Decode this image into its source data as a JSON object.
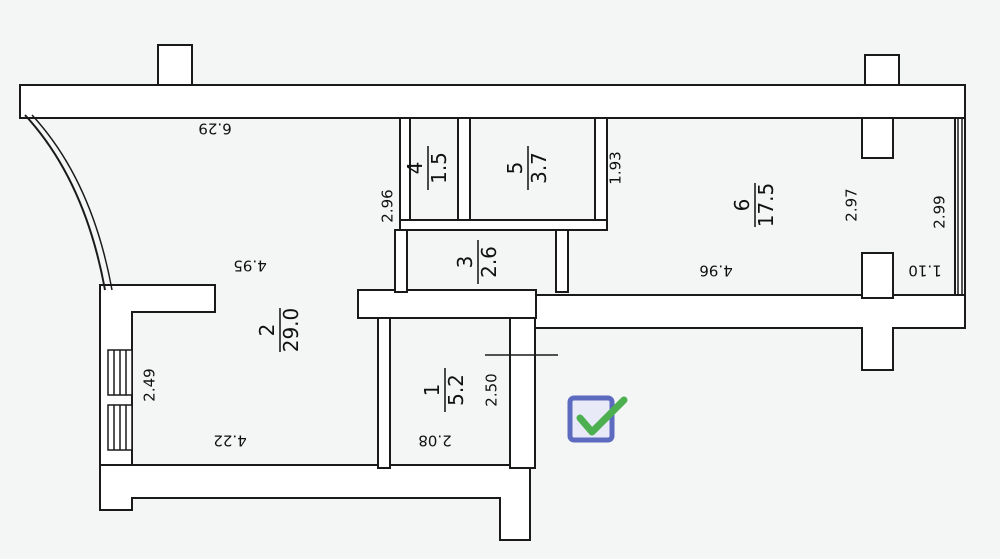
{
  "rooms": [
    {
      "number": "1",
      "area": "5.2"
    },
    {
      "number": "2",
      "area": "29.0"
    },
    {
      "number": "3",
      "area": "2.6"
    },
    {
      "number": "4",
      "area": "1.5"
    },
    {
      "number": "5",
      "area": "3.7"
    },
    {
      "number": "6",
      "area": "17.5"
    }
  ],
  "dimensions": {
    "room2_top_width": "6.29",
    "room2_mid_width": "4.95",
    "room2_bottom_width": "4.22",
    "room2_left_height": "2.49",
    "room2_right_height": "2.96",
    "room1_height": "2.50",
    "room1_width": "2.08",
    "room5_height": "1.93",
    "room6_width": "4.96",
    "room6_height": "2.97",
    "balcony_height": "2.99",
    "balcony_width": "1.10"
  },
  "badge": {
    "icon": "checkmark-icon",
    "color": "#4caf50",
    "border": "#5c6bc0"
  },
  "colors": {
    "wall": "#ffffff",
    "line": "#1a1a1a",
    "background": "#f4f6f5"
  }
}
